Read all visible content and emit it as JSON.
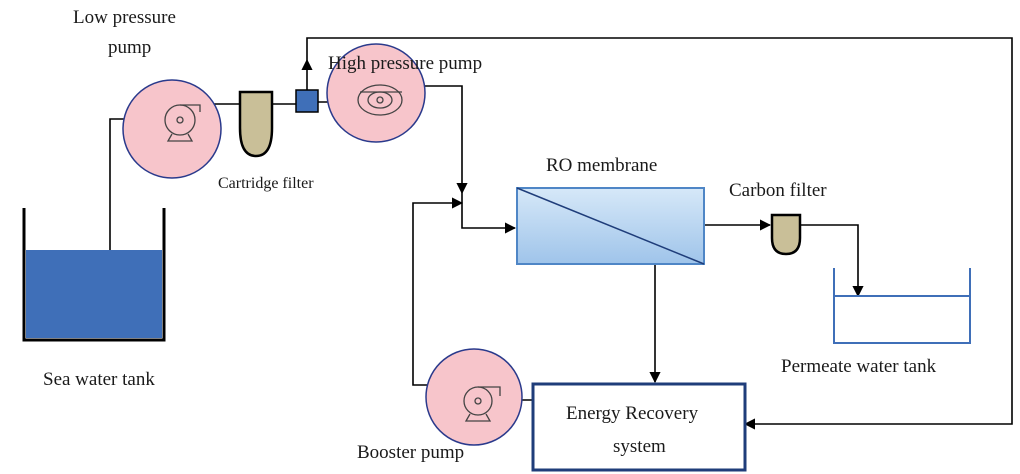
{
  "labels": {
    "low_pressure_pump_line1": "Low pressure",
    "low_pressure_pump_line2": "pump",
    "high_pressure_pump": "High pressure pump",
    "cartridge_filter": "Cartridge filter",
    "ro_membrane": "RO membrane",
    "carbon_filter": "Carbon filter",
    "sea_water_tank": "Sea water tank",
    "permeate_water_tank": "Permeate water tank",
    "booster_pump": "Booster pump",
    "energy_recovery_line1": "Energy Recovery",
    "energy_recovery_line2": "system"
  },
  "colors": {
    "pump_highlight": "#f7c5cb",
    "pump_highlight_stroke": "#2a3a8c",
    "sea_water": "#3f6fb8",
    "cartridge_filter_fill": "#c9bf98",
    "membrane_fill": "#b8d6f2",
    "membrane_stroke": "#4f86c6",
    "energy_box_stroke": "#1f3d7a",
    "pipe": "#000000",
    "valve_fill": "#3f6fb8"
  },
  "icons": {
    "low_pressure_pump": "centrifugal-pump-icon",
    "high_pressure_pump": "high-pressure-pump-icon",
    "booster_pump": "centrifugal-pump-icon",
    "cartridge_filter": "filter-cartridge-icon",
    "carbon_filter": "filter-cartridge-icon",
    "valve": "valve-icon"
  }
}
